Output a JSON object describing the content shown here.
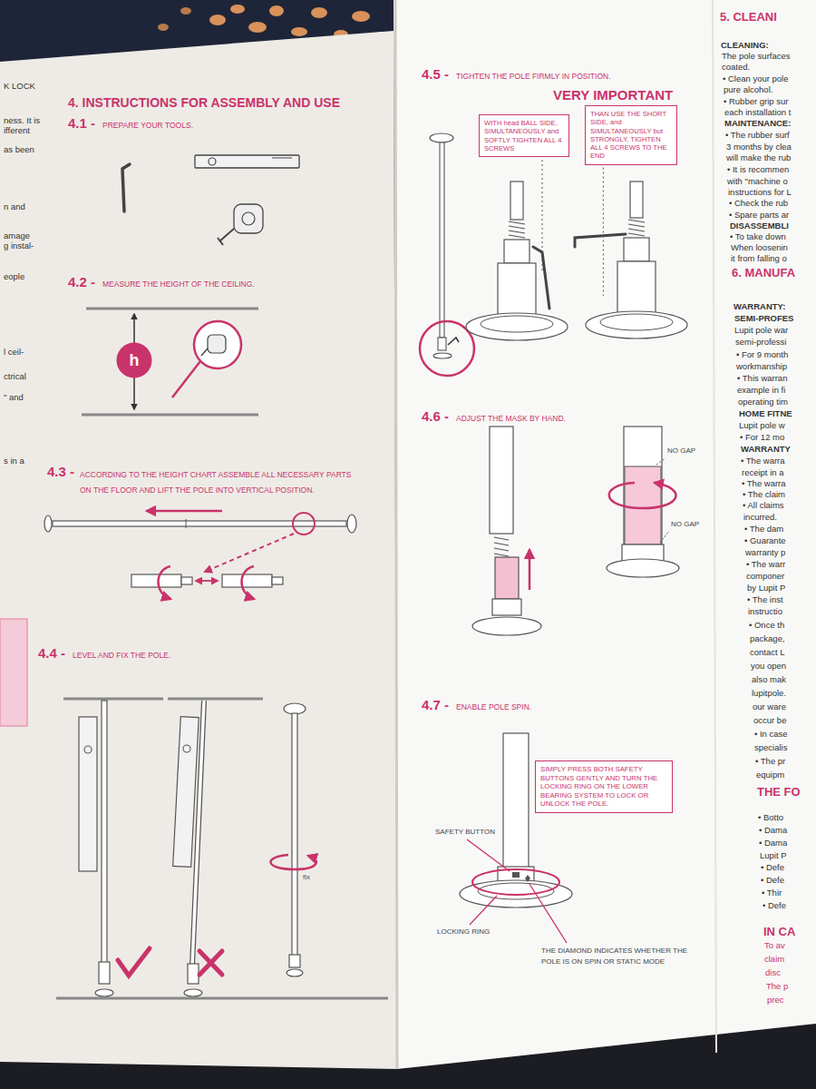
{
  "diagram": {
    "title": "4. INSTRUCTIONS FOR ASSEMBLY AND USE",
    "nodes": [
      {
        "text": [
          "h"
        ]
      },
      {
        "text": [
          "WITH head BALL SIDE, SIMULTANEOUSLY and SOFTLY TIGHTEN ALL 4 SCREWS"
        ]
      },
      {
        "text": [
          "THAN USE THE SHORT SIDE, and SIMULTANEOUSLY but STRONGLY, TIGHTEN ALL 4 SCREWS TO THE END"
        ]
      },
      {
        "text": [
          "SIMPLY PRESS BOTH SAFETY BUTTONS GENTLY AND TURN THE LOCKING RING ON THE LOWER BEARING SYSTEM TO LOCK OR UNLOCK THE POLE."
        ]
      }
    ],
    "labels": [
      "4.1 -",
      "PREPARE YOUR TOOLS.",
      "4.2 -",
      "MEASURE THE HEIGHT OF THE CEILING.",
      "4.3 -",
      "ACCORDING TO THE HEIGHT CHART ASSEMBLE ALL NECESSARY PARTS ON THE FLOOR AND LIFT THE POLE INTO VERTICAL POSITION.",
      "4.4 -",
      "LEVEL AND FIX THE POLE.",
      "fix",
      "4.5 -",
      "TIGHTEN THE POLE FIRMLY IN POSITION.",
      "VERY IMPORTANT",
      "4.6 -",
      "ADJUST THE MASK BY HAND.",
      "NO GAP",
      "NO GAP",
      "4.7 -",
      "ENABLE POLE SPIN.",
      "SAFETY BUTTON",
      "LOCKING RING",
      "THE DIAMOND INDICATES WHETHER THE POLE IS ON SPIN OR STATIC MODE",
      "K LOCK",
      "ness. It is",
      "ifferent",
      "as been",
      "n and",
      "amage",
      "g instal-",
      "eople",
      "l ceil-",
      "ctrical",
      "\" and",
      "s in a",
      "5. CLEANI",
      "CLEANING:",
      "The pole surfaces",
      "coated.",
      "• Clean your pole",
      "pure alcohol.",
      "• Rubber grip sur",
      "each installation t",
      "MAINTENANCE:",
      "• The rubber surf",
      "3 months by clea",
      "will make the rub",
      "• It is recommen",
      "with \"machine o",
      "instructions for L",
      "• Check the rub",
      "• Spare parts ar",
      "DISASSEMBLI",
      "• To take down",
      "When loosenin",
      "it from falling o",
      "6. MANUFA",
      "WARRANTY:",
      "SEMI-PROFES",
      "Lupit pole war",
      "semi-professi",
      "• For 9 month",
      "workmanship",
      "• This warran",
      "example in fi",
      "operating tim",
      "HOME FITNE",
      "Lupit pole w",
      "• For 12 mo",
      "WARRANTY",
      "• The warra",
      "receipt in a",
      "• The warra",
      "• The claim",
      "• All claims",
      "incurred.",
      "• The dam",
      "• Guarante",
      "warranty p",
      "• The warr",
      "componer",
      "by Lupit P",
      "• The inst",
      "instructio",
      "• Once th",
      "package,",
      "contact L",
      "you open",
      "also mak",
      "lupitpole.",
      "our ware",
      "occur be",
      "• In case",
      "specialis",
      "• The pr",
      "equipm",
      "THE FO",
      "• Botto",
      "• Dama",
      "• Dama",
      "Lupit P",
      "• Defe",
      "• Defe",
      "• Thir",
      "• Defe",
      "IN CA",
      "To av",
      "claim",
      "disc",
      "The p",
      "prec"
    ]
  }
}
